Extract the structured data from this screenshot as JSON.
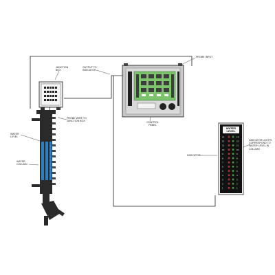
{
  "labels": {
    "junction_box": "JUNCTION\nBOX",
    "output_to_indicator": "OUTPUT TO\nINDICATOR",
    "probe_input": "PROBE INPUT",
    "control_panel": "CONTROL\nPANEL",
    "probe_wire": "PROBE WIRE TO\nJUNCTION BOX",
    "water_level": "WATER\nLEVEL",
    "water_column": "WATER\nCOLUMN",
    "indicator": "INDICATOR",
    "indicator_lights": "INDICATOR LIGHTS\nCORRESPOND TO\nWATER LEVEL IN\nCOLUMN"
  },
  "indicator_panel": {
    "title": "WATER\nLEVEL",
    "left_numbers": [
      "13",
      "12",
      "11",
      "10",
      "9",
      "8",
      "7",
      "6",
      "5",
      "4",
      "3",
      "2",
      "1"
    ],
    "right_numbers": [
      "13",
      "12",
      "11",
      "10",
      "9",
      "8",
      "7",
      "6",
      "5",
      "4",
      "3",
      "2",
      "1"
    ]
  },
  "colors": {
    "line": "#1a1a1a",
    "panel_gray": "#c8c8c8",
    "board_green": "#7cc36b",
    "column_dark": "#2a2a2a",
    "probe_blue": "#2f7ec1",
    "indicator_dark": "#111111",
    "led_red": "#b03030",
    "led_green": "#3a9a3a"
  }
}
